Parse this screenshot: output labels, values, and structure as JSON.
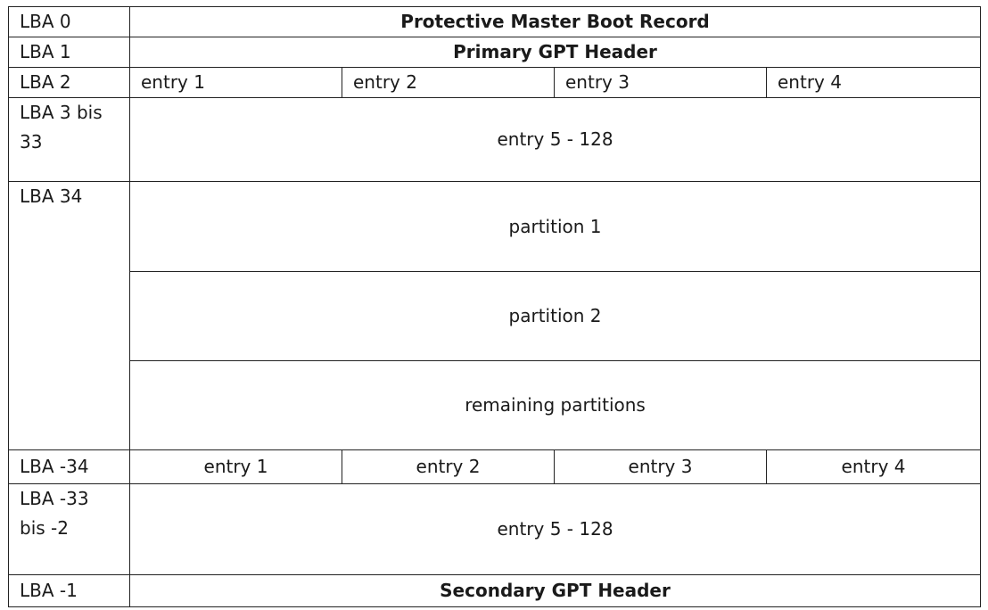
{
  "lba_labels": {
    "lba0": "LBA 0",
    "lba1": "LBA 1",
    "lba2": "LBA 2",
    "lba3_33": "LBA 3 bis 33",
    "lba34": "LBA 34",
    "lba_minus34": "LBA -34",
    "lba_minus33_minus2": "LBA -33 bis -2",
    "lba_minus1": "LBA -1"
  },
  "blocks": {
    "protective_mbr": "Protective Master Boot Record",
    "primary_gpt_header": "Primary GPT Header",
    "primary_entries": [
      "entry 1",
      "entry 2",
      "entry 3",
      "entry 4"
    ],
    "primary_entries_rest": "entry 5 - 128",
    "partition_1": "partition 1",
    "partition_2": "partition 2",
    "remaining_partitions": "remaining partitions",
    "secondary_entries": [
      "entry 1",
      "entry 2",
      "entry 3",
      "entry 4"
    ],
    "secondary_entries_rest": "entry 5 - 128",
    "secondary_gpt_header": "Secondary GPT Header"
  }
}
